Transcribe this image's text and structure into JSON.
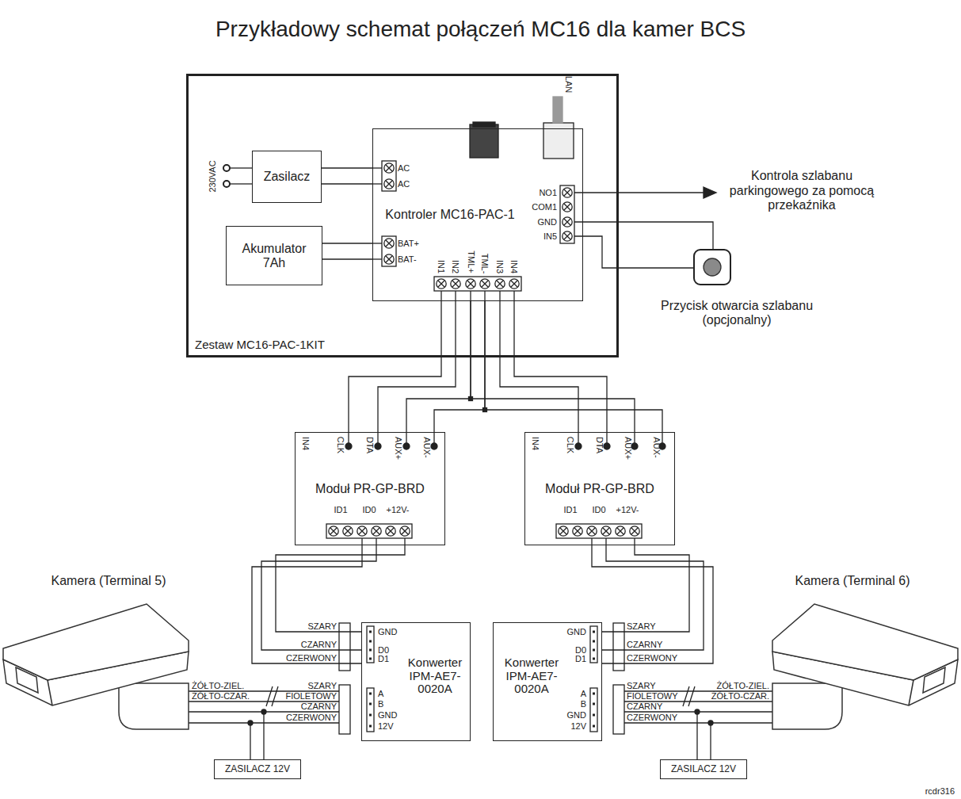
{
  "diagram": {
    "title": "Przykładowy schemat połączeń MC16 dla kamer BCS",
    "nodes": [
      {
        "text": [
          "Zestaw MC16-PAC-1KIT"
        ]
      },
      {
        "text": [
          "Zasilacz"
        ],
        "in": 0
      },
      {
        "text": [
          "Akumulator 7Ah"
        ],
        "in": 0
      },
      {
        "text": [
          "Kontroler MC16-PAC-1"
        ],
        "in": 0
      },
      {
        "text": [
          "Moduł PR-GP-BRD"
        ]
      },
      {
        "text": [
          "Moduł PR-GP-BRD"
        ]
      },
      {
        "text": [
          "Konwerter IPM-AE7-0020A"
        ]
      },
      {
        "text": [
          "Konwerter IPM-AE7-0020A"
        ]
      },
      {
        "text": [
          "ZASILACZ 12V"
        ]
      },
      {
        "text": [
          "ZASILACZ 12V"
        ]
      }
    ],
    "edges": [
      {
        "from": 1,
        "to": 3,
        "arrow": "none"
      },
      {
        "from": 1,
        "to": 3,
        "arrow": "none"
      },
      {
        "from": 2,
        "to": 3,
        "arrow": "none"
      },
      {
        "from": 2,
        "to": 3,
        "arrow": "none"
      },
      {
        "from": 3,
        "to": 4,
        "arrow": "none"
      },
      {
        "from": 3,
        "to": 4,
        "arrow": "none"
      },
      {
        "from": 3,
        "to": 4,
        "arrow": "none"
      },
      {
        "from": 3,
        "to": 4,
        "arrow": "none"
      },
      {
        "from": 3,
        "to": 5,
        "arrow": "none"
      },
      {
        "from": 3,
        "to": 5,
        "arrow": "none"
      },
      {
        "from": 3,
        "to": 5,
        "arrow": "none"
      },
      {
        "from": 3,
        "to": 5,
        "arrow": "none"
      },
      {
        "from": 4,
        "to": 6,
        "arrow": "none"
      },
      {
        "from": 4,
        "to": 6,
        "arrow": "none"
      },
      {
        "from": 4,
        "to": 6,
        "arrow": "none"
      },
      {
        "from": 5,
        "to": 7,
        "arrow": "none"
      },
      {
        "from": 5,
        "to": 7,
        "arrow": "none"
      },
      {
        "from": 5,
        "to": 7,
        "arrow": "none"
      }
    ],
    "labels": [
      "230VAC",
      "LAN",
      "AC",
      "AC",
      "BAT+",
      "BAT-",
      "NO1",
      "COM1",
      "GND",
      "IN5",
      "IN1",
      "IN2",
      "TML+",
      "TML-",
      "IN3",
      "IN4",
      "Kontrola szlabanu parkingowego za pomocą przekaźnika",
      "Przycisk otwarcia szlabanu (opcjonalny)",
      "IN4",
      "CLK",
      "DTA",
      "AUX+",
      "AUX-",
      "ID1",
      "ID0",
      "+12V-",
      "IN4",
      "CLK",
      "DTA",
      "AUX+",
      "AUX-",
      "ID1",
      "ID0",
      "+12V-",
      "GND",
      "D0",
      "D1",
      "A",
      "B",
      "GND",
      "12V",
      "GND",
      "D0",
      "D1",
      "A",
      "B",
      "GND",
      "12V",
      "SZARY",
      "CZARNY",
      "CZERWONY",
      "ŻÓŁTO-ZIEL.",
      "ŻÓŁTO-CZAR.",
      "SZARY",
      "FIOLETOWY",
      "CZARNY",
      "CZERWONY",
      "SZARY",
      "CZARNY",
      "CZERWONY",
      "ŻÓŁTO-ZIEL.",
      "ŻÓŁTO-CZAR.",
      "SZARY",
      "FIOLETOWY",
      "CZARNY",
      "CZERWONY",
      "Kamera (Terminal 5)",
      "Kamera (Terminal 6)",
      "rcdr316"
    ]
  }
}
